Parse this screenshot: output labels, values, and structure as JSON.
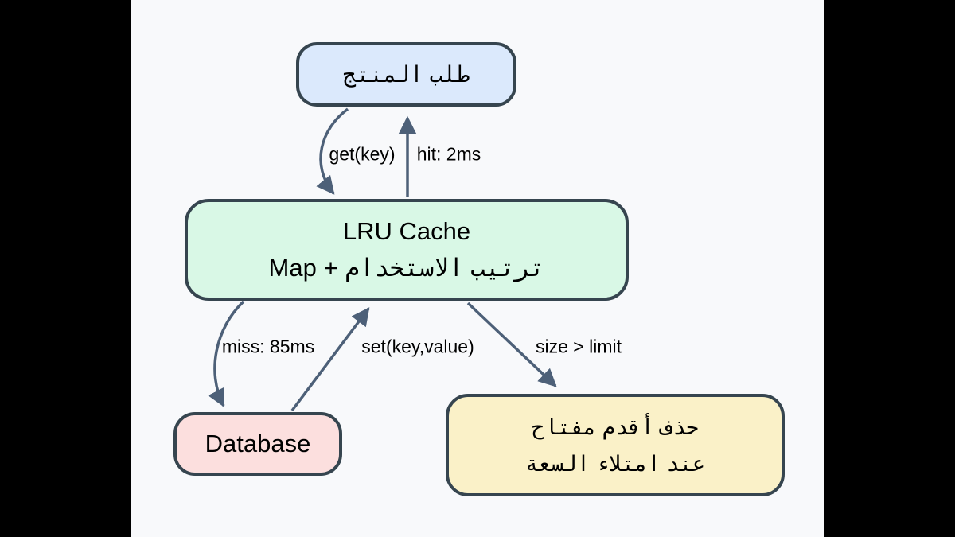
{
  "diagram": {
    "background_color": "#f8f9fb",
    "letterbox_color": "#000000",
    "node_border_color": "#36454f",
    "arrow_color": "#4d6078",
    "nodes": {
      "request": {
        "label": "طلب المنتج",
        "fill": "#dbe9fc"
      },
      "cache": {
        "line1": "LRU Cache",
        "line2": "Map + ترتيب الاستخدام",
        "fill": "#d9f8e6"
      },
      "database": {
        "label": "Database",
        "fill": "#fcdfde"
      },
      "evict": {
        "line1": "حذف أقدم مفتاح",
        "line2": "عند امتلاء السعة",
        "fill": "#faf1c8"
      }
    },
    "edges": {
      "get": {
        "label": "get(key)",
        "from": "request",
        "to": "cache"
      },
      "hit": {
        "label": "hit: 2ms",
        "from": "cache",
        "to": "request"
      },
      "miss": {
        "label": "miss: 85ms",
        "from": "cache",
        "to": "database"
      },
      "set": {
        "label": "set(key,value)",
        "from": "database",
        "to": "cache"
      },
      "evict": {
        "label": "size > limit",
        "from": "cache",
        "to": "evict"
      }
    }
  }
}
